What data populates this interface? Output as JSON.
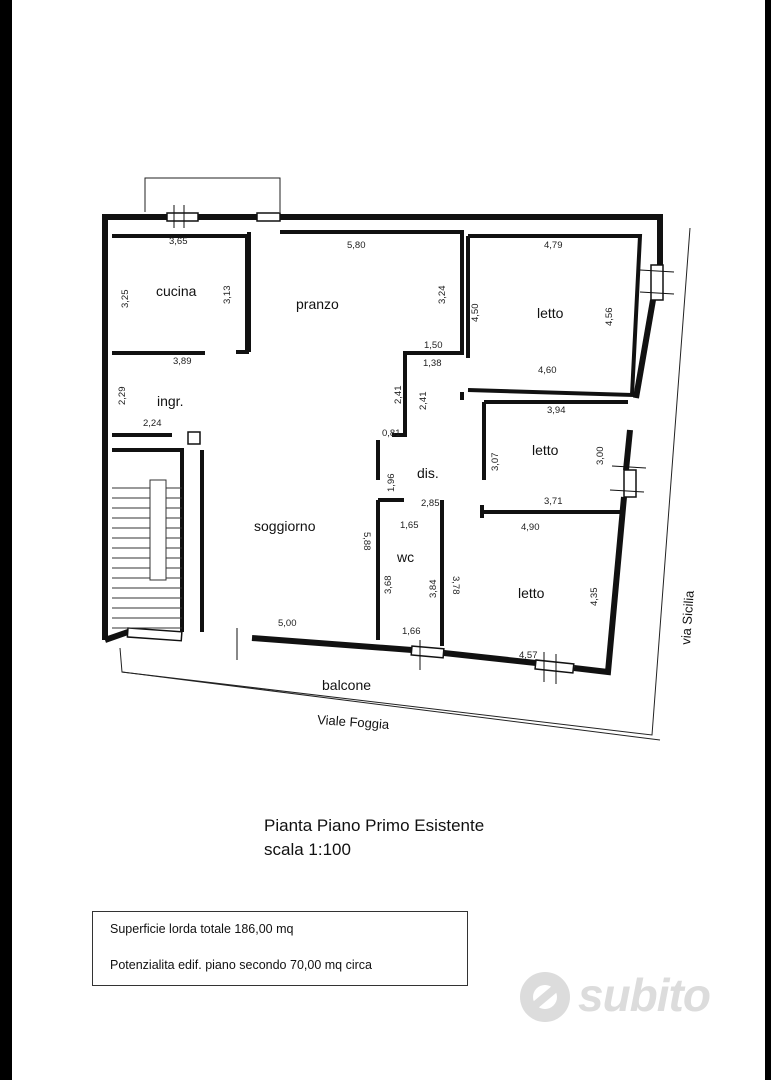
{
  "plan": {
    "rooms": {
      "cucina": "cucina",
      "pranzo": "pranzo",
      "ingresso": "ingr.",
      "soggiorno": "soggiorno",
      "disimpegno": "dis.",
      "wc": "wc",
      "letto_1": "letto",
      "letto_2": "letto",
      "letto_3": "letto",
      "balcone": "balcone"
    },
    "streets": {
      "south": "Viale Foggia",
      "east": "via Sicilia"
    },
    "dimensions": {
      "cucina_width": "3,65",
      "cucina_height_left": "3,25",
      "cucina_height_right": "3,13",
      "cucina_bottom": "3,89",
      "pranzo_width": "5,80",
      "pranzo_height": "3,24",
      "pranzo_step": "1,50",
      "dis_top": "1,38",
      "letto1_width": "4,79",
      "letto1_height_left": "4,50",
      "letto1_height_right": "4,56",
      "letto1_bottom": "4,60",
      "ingr_height": "2,29",
      "ingr_width": "2,24",
      "corridor_left": "2,41",
      "corridor_right": "2,41",
      "corridor_step": "0,81",
      "letto2_width": "3,94",
      "letto2_height_left": "3,07",
      "letto2_height_right": "3,00",
      "letto2_bottom": "3,71",
      "dis_height": "1,96",
      "dis_width": "2,85",
      "wc_top": "1,65",
      "letto3_width": "4,90",
      "soggiorno_height": "5,88",
      "wc_height_left": "3,68",
      "wc_height_right": "3,84",
      "letto3_height_left": "3,78",
      "letto3_height_right": "4,35",
      "soggiorno_width": "5,00",
      "wc_bottom": "1,66",
      "letto3_bottom": "4,57"
    }
  },
  "title": {
    "line1": "Pianta Piano Primo Esistente",
    "line2": "scala 1:100"
  },
  "info": {
    "superficie": "Superficie lorda totale 186,00 mq",
    "potenzialita": "Potenzialita edif. piano secondo  70,00 mq circa"
  },
  "watermark": {
    "text": "subito"
  }
}
